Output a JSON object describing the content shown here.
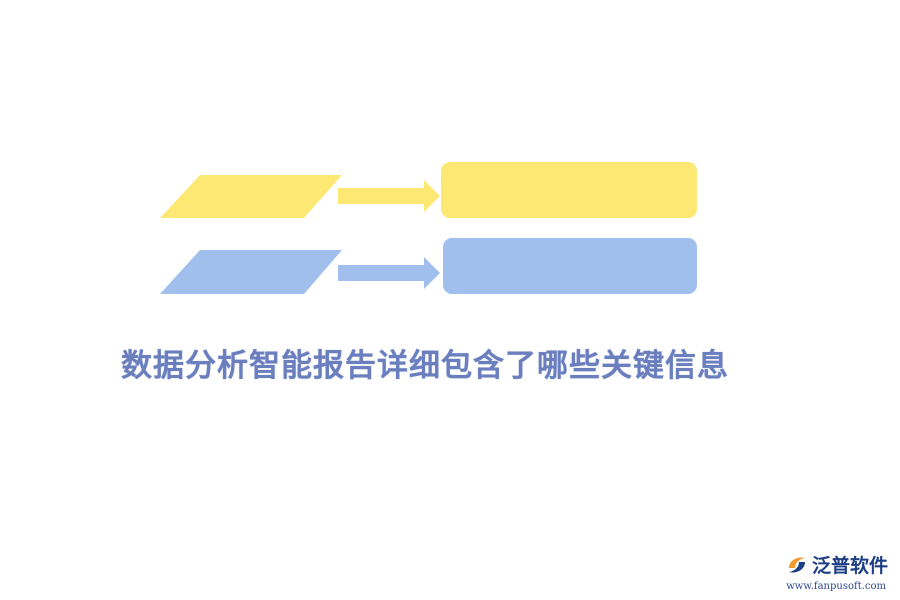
{
  "diagram": {
    "colors": {
      "yellow": "#fde874",
      "blue": "#a0bfed",
      "title": "#6b7fbe",
      "logo_orange": "#f29a2e",
      "logo_blue": "#1e3f84"
    },
    "title": "数据分析智能报告详细包含了哪些关键信息"
  },
  "logo": {
    "icon": "fanpu-logo-icon",
    "name": "泛普软件",
    "url": "www.fanpusoft.com"
  }
}
